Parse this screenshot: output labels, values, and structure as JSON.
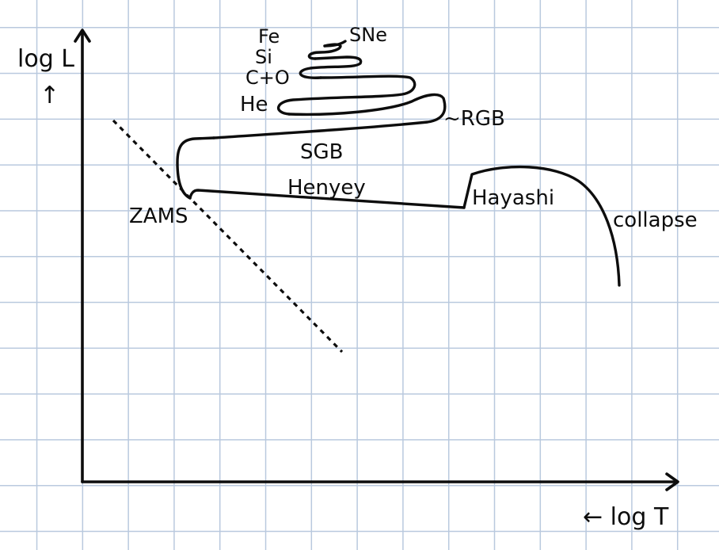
{
  "axes": {
    "y_label": "log L",
    "y_arrow": "↑",
    "x_label": "← log T"
  },
  "labels": {
    "zams": "ZAMS",
    "henyey": "Henyey",
    "hayashi": "Hayashi",
    "collapse": "collapse",
    "sgb": "SGB",
    "rgb": "~RGB",
    "he": "He",
    "c_o": "C+O",
    "si": "Si",
    "fe": "Fe",
    "sne": "SNe"
  }
}
